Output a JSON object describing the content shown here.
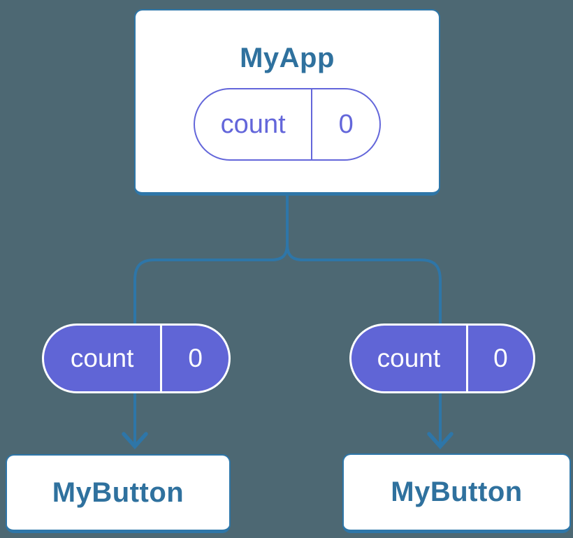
{
  "colors": {
    "background": "#4D6873",
    "line_blue": "#2E76A8",
    "node_text_blue": "#2F719E",
    "node_fill": "#FFFFFF",
    "pill_solid_purple": "#6065D6",
    "pill_outline_purple": "#6366DA",
    "pill_text_white": "#FFFFFF"
  },
  "nodes": {
    "app": {
      "title": "MyApp",
      "state": {
        "label": "count",
        "value": "0"
      }
    },
    "left_prop": {
      "label": "count",
      "value": "0"
    },
    "right_prop": {
      "label": "count",
      "value": "0"
    },
    "left_button": {
      "title": "MyButton"
    },
    "right_button": {
      "title": "MyButton"
    }
  }
}
